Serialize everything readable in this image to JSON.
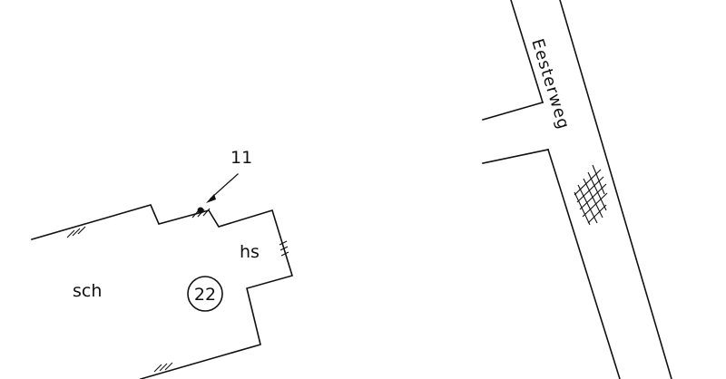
{
  "labels": {
    "building_use": "sch",
    "annex_use": "hs",
    "house_number": "22",
    "point_number": "11",
    "street_name": "Eesterweg"
  },
  "colors": {
    "ink": "#111111",
    "paper": "#ffffff"
  }
}
